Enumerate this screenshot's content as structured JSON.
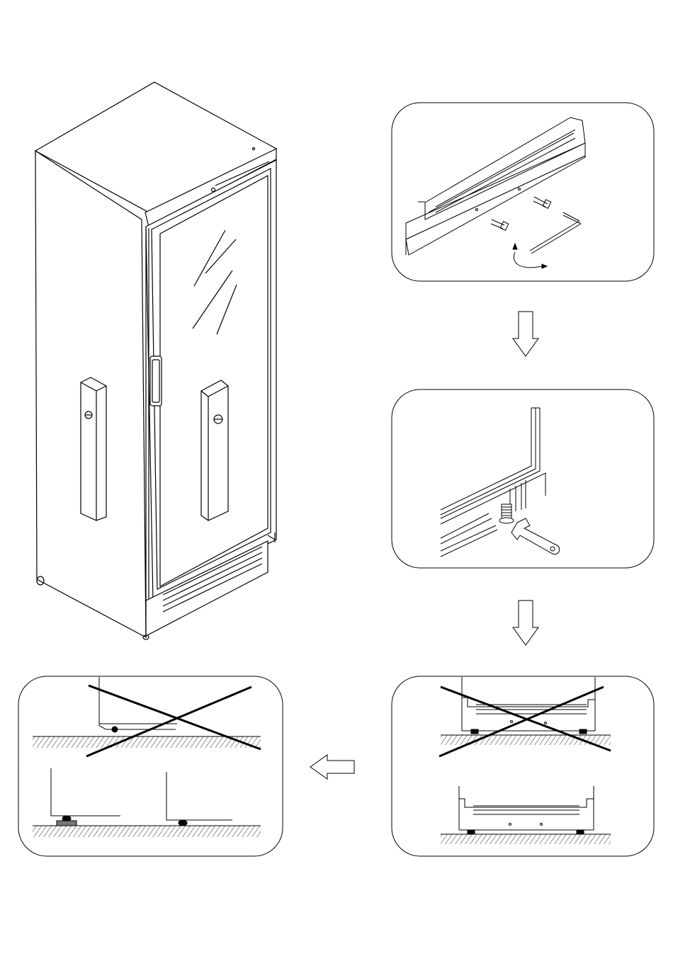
{
  "diagram": {
    "kind": "installation-instructions",
    "colors": {
      "line": "#000000",
      "background": "#ffffff",
      "foot_pad": "#777777"
    },
    "illustrations": [
      {
        "id": "cabinet",
        "icon": "glass-door-refrigerator-icon"
      },
      {
        "id": "step-1",
        "icon": "kickplate-removal-icon"
      },
      {
        "id": "step-2",
        "icon": "leveling-foot-wrench-icon"
      },
      {
        "id": "step-3",
        "icon": "level-check-front-icon"
      },
      {
        "id": "step-4",
        "icon": "foot-support-side-icon"
      }
    ],
    "arrows": [
      {
        "from": "step-1",
        "to": "step-2",
        "direction": "down"
      },
      {
        "from": "step-2",
        "to": "step-3",
        "direction": "down"
      },
      {
        "from": "step-3",
        "to": "step-4",
        "direction": "left"
      }
    ]
  }
}
